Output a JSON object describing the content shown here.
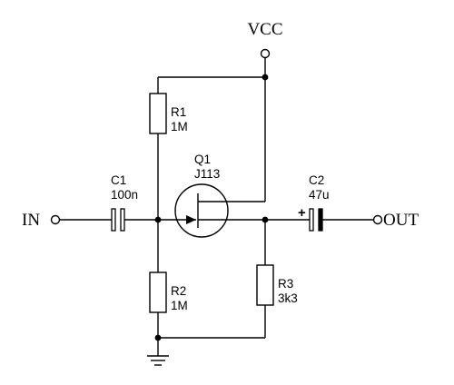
{
  "nets": {
    "vcc": "VCC",
    "input": "IN",
    "output": "OUT"
  },
  "components": {
    "r1": {
      "ref": "R1",
      "value": "1M"
    },
    "r2": {
      "ref": "R2",
      "value": "1M"
    },
    "r3": {
      "ref": "R3",
      "value": "3k3"
    },
    "c1": {
      "ref": "C1",
      "value": "100n"
    },
    "c2": {
      "ref": "C2",
      "value": "47u",
      "polarity": "+"
    },
    "q1": {
      "ref": "Q1",
      "value": "J113"
    }
  },
  "icons": {
    "ground": "ground-icon",
    "terminal": "terminal-icon"
  },
  "colors": {
    "ink": "#000000",
    "background": "#ffffff"
  }
}
